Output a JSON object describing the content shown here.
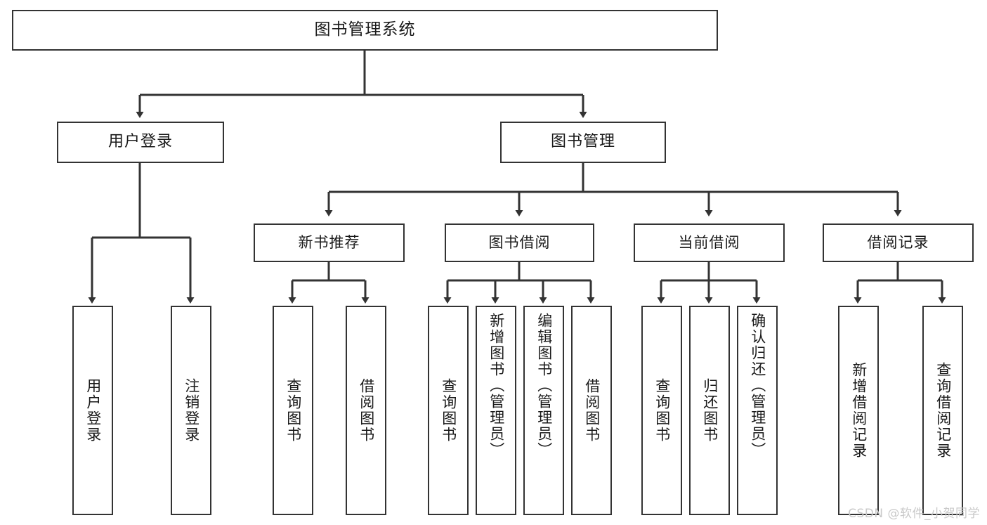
{
  "diagram": {
    "title": "图书管理系统",
    "type": "hierarchy-tree",
    "colors": {
      "background": "#ffffff",
      "border": "#333333",
      "connector": "#333333",
      "text": "#1a1a1a",
      "watermark": "#c9c9c9"
    },
    "root": {
      "label": "图书管理系统"
    },
    "level1": [
      {
        "label": "用户登录"
      },
      {
        "label": "图书管理"
      }
    ],
    "level2": [
      {
        "label": "新书推荐"
      },
      {
        "label": "图书借阅"
      },
      {
        "label": "当前借阅"
      },
      {
        "label": "借阅记录"
      }
    ],
    "leaves": {
      "user_login": [
        {
          "label": "用户登录"
        },
        {
          "label": "注销登录"
        }
      ],
      "new_book_recommend": [
        {
          "label": "查询图书"
        },
        {
          "label": "借阅图书"
        }
      ],
      "book_borrow": [
        {
          "label": "查询图书"
        },
        {
          "label": "新增图书（管理员）"
        },
        {
          "label": "编辑图书（管理员）"
        },
        {
          "label": "借阅图书"
        }
      ],
      "current_borrow": [
        {
          "label": "查询图书"
        },
        {
          "label": "归还图书"
        },
        {
          "label": "确认归还（管理员）"
        }
      ],
      "borrow_record": [
        {
          "label": "新增借阅记录"
        },
        {
          "label": "查询借阅记录"
        }
      ]
    }
  },
  "watermark": {
    "text": "CSDN @软件_小贺同学"
  }
}
